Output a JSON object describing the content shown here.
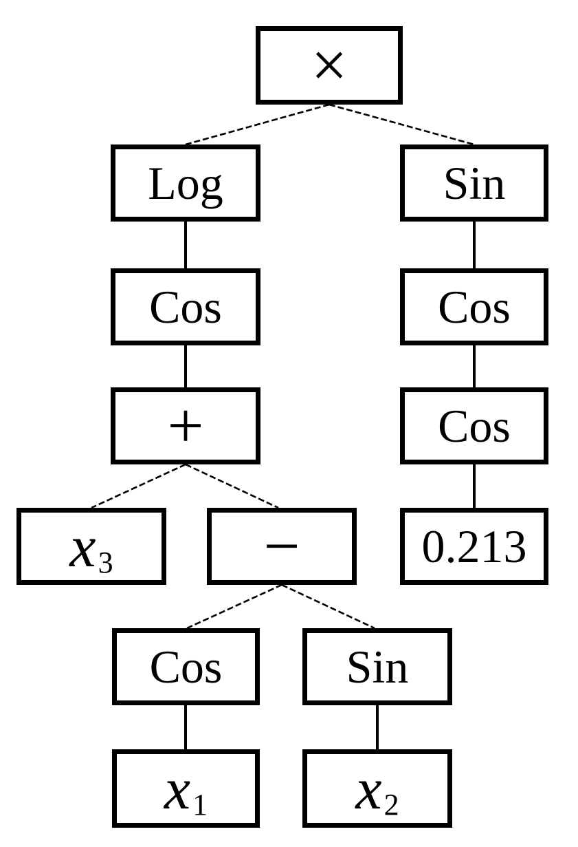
{
  "diagram_type": "expression-tree",
  "colors": {
    "background": "#ffffff",
    "node_fill": "#ffffff",
    "node_border": "#000000",
    "text": "#000000",
    "edge": "#000000"
  },
  "tree": {
    "nodes": [
      {
        "id": "times",
        "label": "×",
        "kind": "operator"
      },
      {
        "id": "log",
        "label": "Log",
        "kind": "function"
      },
      {
        "id": "sin-outer",
        "label": "Sin",
        "kind": "function"
      },
      {
        "id": "cos-left",
        "label": "Cos",
        "kind": "function"
      },
      {
        "id": "cos-right-1",
        "label": "Cos",
        "kind": "function"
      },
      {
        "id": "plus",
        "label": "+",
        "kind": "operator"
      },
      {
        "id": "cos-right-2",
        "label": "Cos",
        "kind": "function"
      },
      {
        "id": "x3",
        "label": "x",
        "sub": "3",
        "kind": "variable"
      },
      {
        "id": "minus",
        "label": "−",
        "kind": "operator"
      },
      {
        "id": "const-0213",
        "label": "0.213",
        "kind": "constant"
      },
      {
        "id": "cos-bottom",
        "label": "Cos",
        "kind": "function"
      },
      {
        "id": "sin-bottom",
        "label": "Sin",
        "kind": "function"
      },
      {
        "id": "x1",
        "label": "x",
        "sub": "1",
        "kind": "variable"
      },
      {
        "id": "x2",
        "label": "x",
        "sub": "2",
        "kind": "variable"
      }
    ],
    "edges": [
      {
        "from": "times",
        "to": "log",
        "style": "dashed"
      },
      {
        "from": "times",
        "to": "sin-outer",
        "style": "dashed"
      },
      {
        "from": "log",
        "to": "cos-left",
        "style": "solid"
      },
      {
        "from": "cos-left",
        "to": "plus",
        "style": "solid"
      },
      {
        "from": "plus",
        "to": "x3",
        "style": "dashed"
      },
      {
        "from": "plus",
        "to": "minus",
        "style": "dashed"
      },
      {
        "from": "minus",
        "to": "cos-bottom",
        "style": "dashed"
      },
      {
        "from": "minus",
        "to": "sin-bottom",
        "style": "dashed"
      },
      {
        "from": "cos-bottom",
        "to": "x1",
        "style": "solid"
      },
      {
        "from": "sin-bottom",
        "to": "x2",
        "style": "solid"
      },
      {
        "from": "sin-outer",
        "to": "cos-right-1",
        "style": "solid"
      },
      {
        "from": "cos-right-1",
        "to": "cos-right-2",
        "style": "solid"
      },
      {
        "from": "cos-right-2",
        "to": "const-0213",
        "style": "solid"
      }
    ]
  }
}
